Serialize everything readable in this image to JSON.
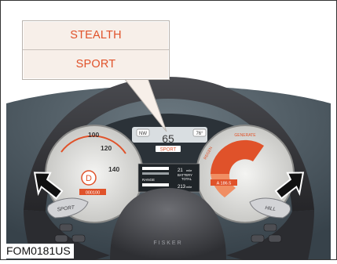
{
  "callout": {
    "modes": [
      "STEALTH",
      "SPORT"
    ]
  },
  "dash": {
    "nav_button": "NW",
    "temp_button": "76°",
    "center_value": "65",
    "center_mode": "SPORT"
  },
  "speedo": {
    "ticks": [
      "100",
      "120",
      "140"
    ],
    "gear": "D",
    "odometer": "000100"
  },
  "info_panel": {
    "range_value": "21",
    "range_unit": "mile",
    "battery_label": "BATTERY",
    "range_label": "RANGE",
    "total_label": "TOTAL",
    "total_value": "213",
    "total_unit": "mile"
  },
  "power_gauge": {
    "readout": "A 186.5",
    "generate_label": "GENERATE",
    "regen_label": "REGEN"
  },
  "paddles": {
    "left": "SPORT",
    "right": "HILL"
  },
  "wheel_badge": "FISKER",
  "figure_id": "FOM0181US",
  "colors": {
    "accent": "#e0522a",
    "dash_dark": "#3e4a52",
    "wheel": "#3b3b3f"
  }
}
